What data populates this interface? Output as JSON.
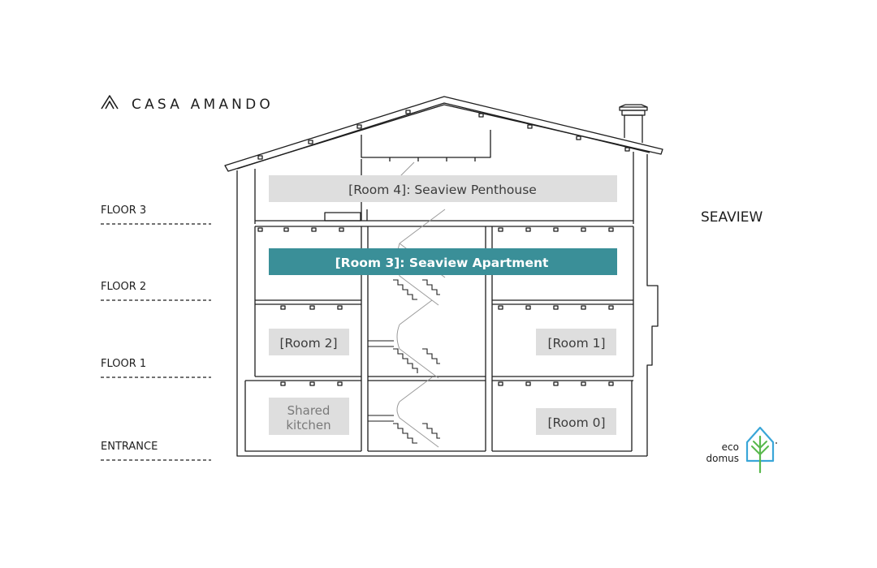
{
  "brand": {
    "name": "CASA AMANDO"
  },
  "floors": [
    {
      "label": "FLOOR 3"
    },
    {
      "label": "FLOOR 2"
    },
    {
      "label": "FLOOR 1"
    },
    {
      "label": "ENTRANCE"
    }
  ],
  "side_label": "SEAVIEW",
  "rooms": {
    "room4": "[Room 4]: Seaview Penthouse",
    "room3": "[Room 3]: Seaview Apartment",
    "room2": "[Room 2]",
    "room1": "[Room 1]",
    "kitchen_line1": "Shared",
    "kitchen_line2": "kitchen",
    "room0": "[Room 0]"
  },
  "eco_logo": {
    "line1": "eco",
    "line2": "domus"
  },
  "colors": {
    "highlight": "#3a8f98",
    "room_box": "#dedede",
    "line": "#1e1e1e",
    "eco_blue": "#3aa6d8",
    "eco_green": "#58b84c"
  }
}
